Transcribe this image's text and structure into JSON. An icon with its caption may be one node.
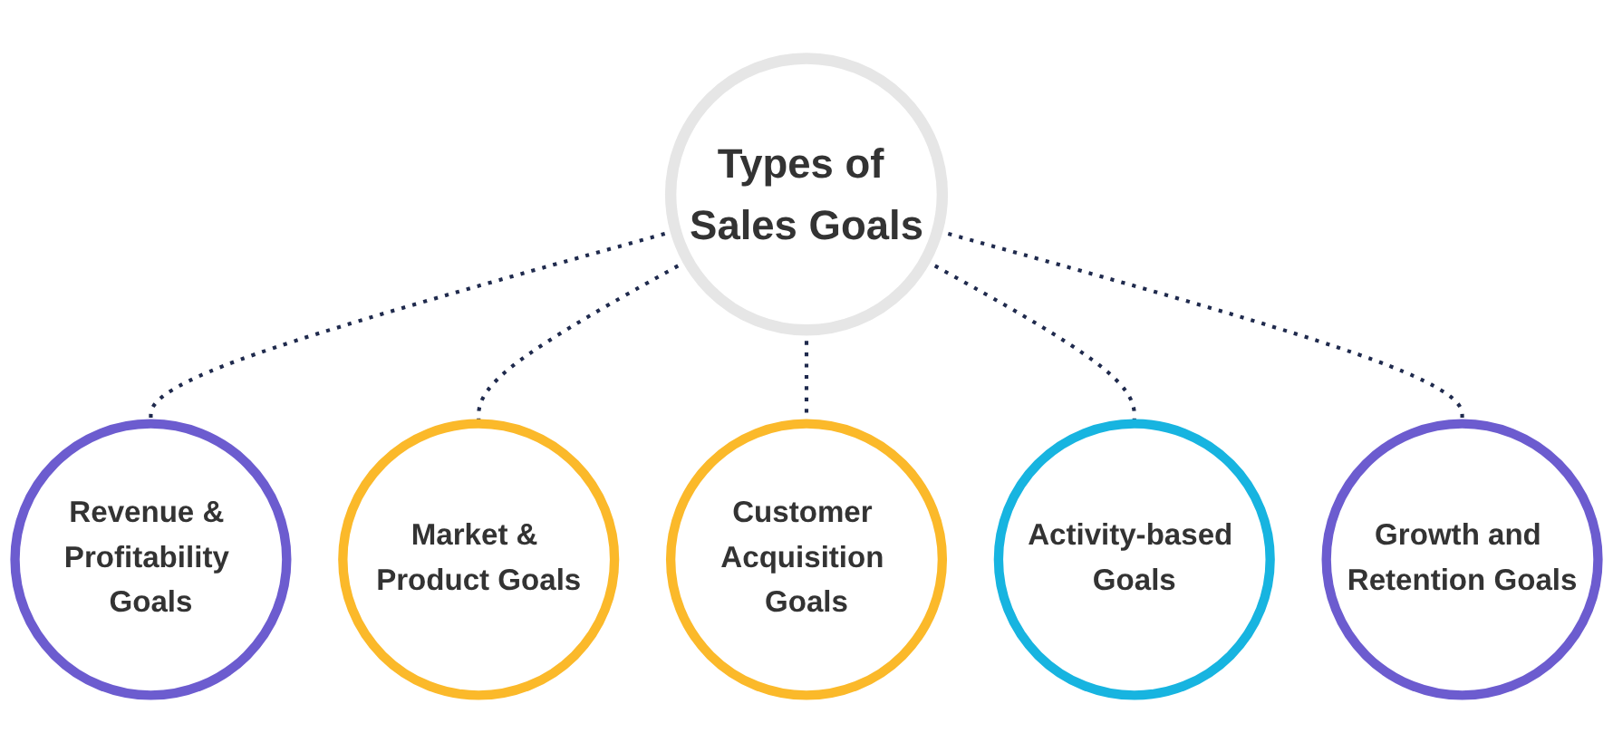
{
  "diagram": {
    "nodes": [
      {
        "text": [
          "Types of Sales Goals"
        ]
      },
      {
        "text": [
          "Revenue & Profitability Goals"
        ]
      },
      {
        "text": [
          "Market & Product Goals"
        ]
      },
      {
        "text": [
          "Customer Acquisition Goals"
        ]
      },
      {
        "text": [
          "Activity-based Goals"
        ]
      },
      {
        "text": [
          "Growth and Retention Goals"
        ]
      }
    ],
    "edges": [
      {
        "from": 0,
        "to": 1,
        "arrow": "none",
        "style": "dashed"
      },
      {
        "from": 0,
        "to": 2,
        "arrow": "none",
        "style": "dashed"
      },
      {
        "from": 0,
        "to": 3,
        "arrow": "none",
        "style": "dashed"
      },
      {
        "from": 0,
        "to": 4,
        "arrow": "none",
        "style": "dashed"
      },
      {
        "from": 0,
        "to": 5,
        "arrow": "none",
        "style": "dashed"
      }
    ]
  }
}
